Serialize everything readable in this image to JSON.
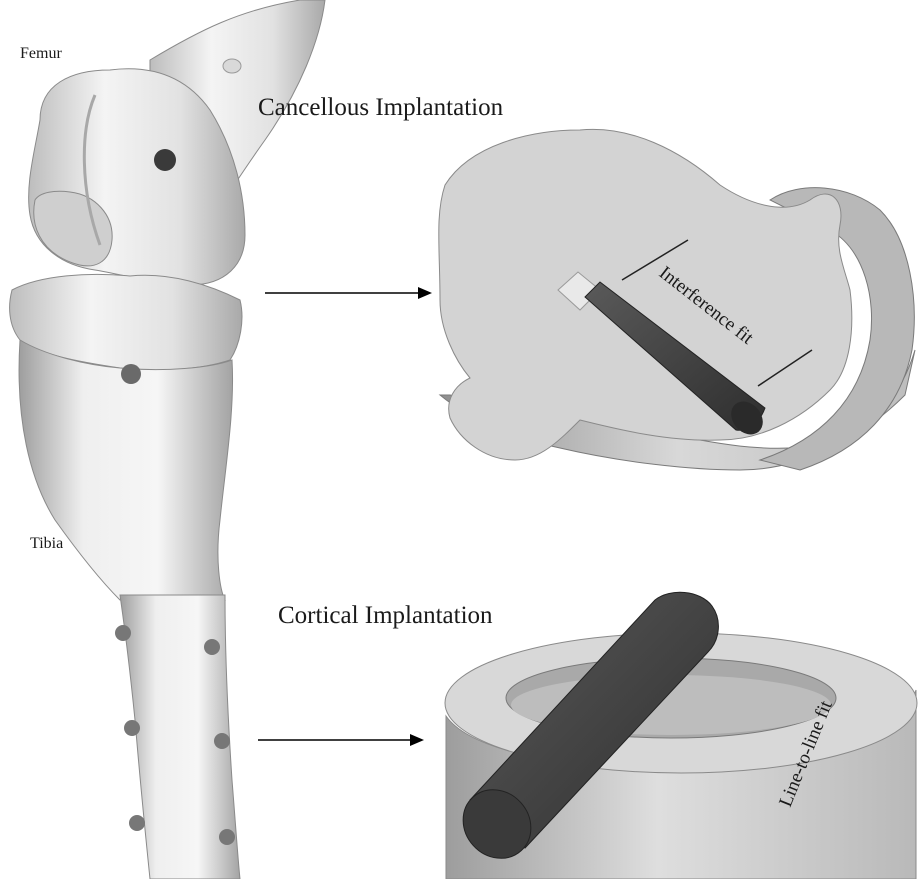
{
  "labels": {
    "femur": "Femur",
    "tibia": "Tibia",
    "cancellous_title": "Cancellous Implantation",
    "cortical_title": "Cortical Implantation",
    "interference_fit": "Interference fit",
    "line_to_line_fit": "Line-to-line fit"
  },
  "colors": {
    "bone_light": "#f2f2f2",
    "bone_mid": "#d6d6d6",
    "bone_shadow": "#9a9a9a",
    "section_face": "#d3d3d3",
    "implant_dark": "#3e3e3e",
    "implant_end": "#2a2a2a",
    "marker_dark": "#3a3a3a",
    "marker_grey": "#6a6a6a",
    "arrow": "#000000"
  }
}
